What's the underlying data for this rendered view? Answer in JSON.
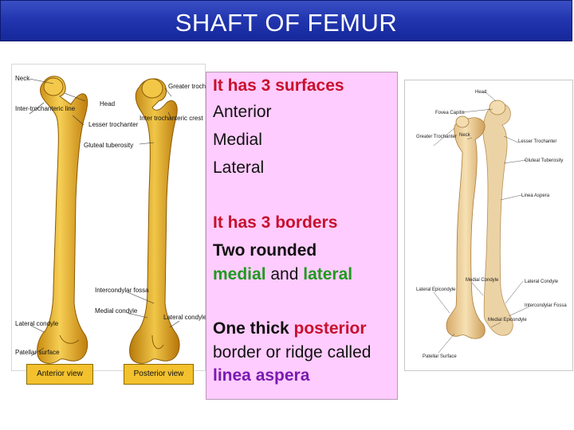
{
  "title": "SHAFT OF FEMUR",
  "left_figure": {
    "labels": {
      "neck": "Neck",
      "head": "Head",
      "greater_trochanter": "Greater trochanter",
      "inter_trochanteric_line": "Inter-trochanteric line",
      "lesser_trochanter": "Lesser trochanter",
      "inter_trochanteric_crest": "Inter trochanteric crest",
      "gluteal_tuberosity": "Gluteal tuberosity",
      "intercondylar_fossa": "Intercondylar fossa",
      "medial_condyle": "Medial condyle",
      "lateral_condyle_left": "Lateral condyle",
      "lateral_condyle_right": "Lateral condyle",
      "patellar_surface": "Patellar surface"
    },
    "anterior_view": "Anterior view",
    "posterior_view": "Posterior view"
  },
  "text_box": {
    "surfaces_heading": "It has 3 surfaces",
    "surface_1": "Anterior",
    "surface_2": "Medial",
    "surface_3": "Lateral",
    "borders_heading": "It has 3 borders",
    "two_rounded": "Two rounded",
    "medial": "medial",
    "and": " and ",
    "lateral": "lateral",
    "one_thick": "One thick ",
    "posterior": "posterior",
    "border_line": "border or ridge called",
    "linea_aspera": "linea aspera"
  },
  "right_figure": {
    "labels": {
      "head": "Head",
      "fovea_capitis": "Fovea Capitis",
      "greater_trochanter": "Greater Trochanter",
      "neck": "Neck",
      "lesser_trochanter": "Lesser Trochanter",
      "gluteal_tuberosity": "Gluteal Tuberosity",
      "linea_aspera": "Linea Aspera",
      "medial_condyle": "Medial Condyle",
      "lateral_condyle": "Lateral Condyle",
      "lateral_epicondyle": "Lateral Epicondyle",
      "intercondylar_fossa": "Intercondylar Fossa",
      "medial_epicondyle": "Medial Epicondyle",
      "patellar_surface": "Patellar Surface"
    }
  }
}
